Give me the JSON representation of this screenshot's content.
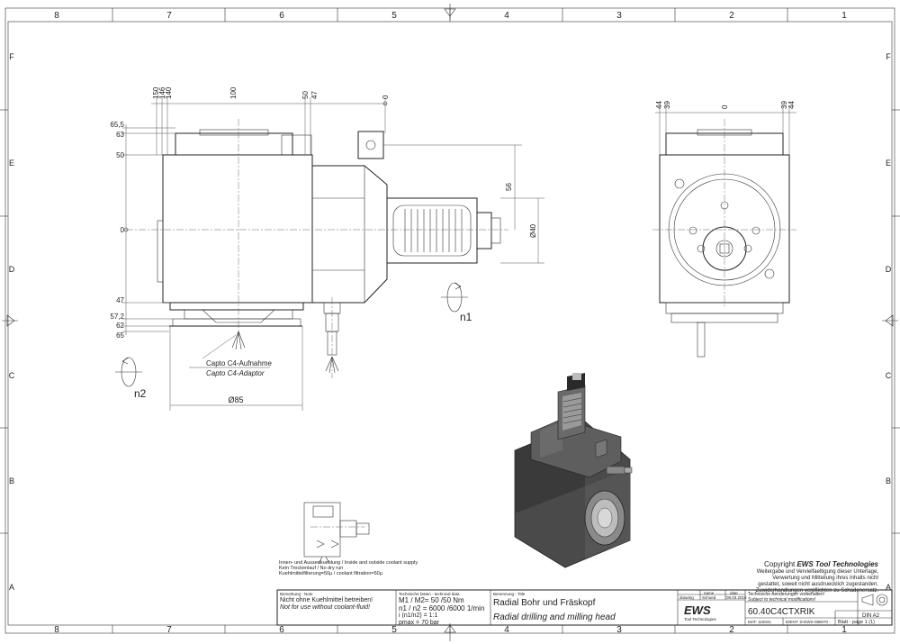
{
  "frame": {
    "columns": [
      "8",
      "7",
      "6",
      "5",
      "4",
      "3",
      "2",
      "1"
    ],
    "rows": [
      "F",
      "E",
      "D",
      "C",
      "B",
      "A"
    ]
  },
  "front_view": {
    "dims_top": [
      "150",
      "146",
      "140",
      "100",
      "50",
      "47",
      "0"
    ],
    "dims_left": [
      "65,5",
      "63",
      "50",
      "0",
      "47",
      "57,2",
      "62",
      "65"
    ],
    "dim_56": "56",
    "dim_d40": "Ø40",
    "dim_d85": "Ø85",
    "label_n1": "n1",
    "label_n2": "n2",
    "callout_de": "Capto C4-Aufnahme",
    "callout_en": "Capto C4-Adaptor"
  },
  "side_view": {
    "dims_top": [
      "44",
      "39",
      "0",
      "39",
      "44"
    ]
  },
  "coolant_note": {
    "line1": "Innen- und Aussenkuehlung / Inside and outside coolant supply",
    "line2": "Kein Trockenlauf / No dry run",
    "line3": "Kuehlmittelfilterung=50µ / coolant filtration=50µ"
  },
  "copyright": {
    "title_prefix": "Copyright ",
    "title_brand": "EWS Tool Technologies",
    "line1": "Weitergabe und Vervielfaeltigung dieser Unterlage,",
    "line2": "Verwertung und Mitteilung ihres Inhalts nicht",
    "line3": "gestattet, soweit nicht ausdruecklich zugestanden.",
    "line4": "Zuwiderhandlungen verpflichten zu Schadenersatz."
  },
  "title_block": {
    "note_header": "Bemerkung - Note",
    "note_de": "Nicht ohne Kuehlmittel betreiben!",
    "note_en": "Not for use without coolant-fluid!",
    "tech_header": "Technische Daten - technical data",
    "m_line": "M1 / M2= 50 /50  Nm",
    "n_line": "n1 / n2 = 6000 /6000  1/min",
    "i_line": "i (n1/n2)  = 1:1",
    "p_line": "pmax      = 70  bar",
    "name_header": "Benennung - Title",
    "title_de": "Radial Bohr und Fräskopf",
    "title_en": "Radial drilling and milling head",
    "brand": "EWS",
    "brand_sub": "Tool Technologies",
    "col_name": "name",
    "col_date": "date",
    "row_drawing": "drawing",
    "drawn_by": "Schoed",
    "drawn_date": "08.03.2016",
    "mod_de": "Technische Aenderungen vorbehalten!",
    "mod_en": "Subject to technical modifications!",
    "part_no": "60.40C4CTXRIK",
    "mat_no": "MAT: 115041",
    "ident": "IDENT: D-EWS-086070 -",
    "format": "DIN A2",
    "sheet": "Blatt - page  1 (1)"
  }
}
